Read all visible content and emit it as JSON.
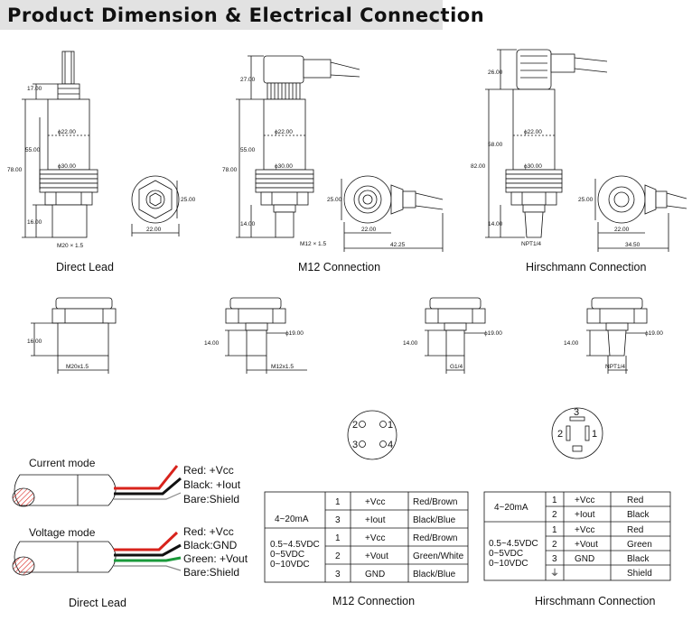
{
  "title": "Product Dimension & Electrical Connection",
  "captions": {
    "direct_lead": "Direct Lead",
    "m12": "M12 Connection",
    "hirschmann": "Hirschmann  Connection"
  },
  "dims": {
    "d17": "17.00",
    "d27": "27.00",
    "d26": "26.00",
    "d55": "55.00",
    "d58": "58.00",
    "d78": "78.00",
    "d82": "82.00",
    "d16": "16.00",
    "d14": "14.00",
    "dia22": "ϕ22.00",
    "dia30": "ϕ30.00",
    "dia19": "ϕ19.00",
    "hex25": "25.00",
    "w22": "22.00",
    "w4225": "42.25",
    "w3450": "34.50",
    "m20": "M20 × 1.5",
    "m20b": "M20x1.5",
    "m12": "M12 × 1.5",
    "m12b": "M12x1.5",
    "npt": "NPT1/4",
    "g14": "G1/4"
  },
  "modes": {
    "current": {
      "title": "Current mode",
      "wires": [
        "Red: +Vcc",
        "Black: +Iout",
        "Bare:Shield"
      ]
    },
    "voltage": {
      "title": "Voltage mode",
      "wires": [
        "Red: +Vcc",
        "Black:GND",
        "Green: +Vout",
        "Bare:Shield"
      ]
    }
  },
  "m12_pins": [
    "2",
    "1",
    "3",
    "4"
  ],
  "hirsch_pins": [
    "3",
    "2",
    "1"
  ],
  "m12_table": {
    "g1_label": "4~20mA",
    "g1_rows": [
      [
        "1",
        "+Vcc",
        "Red/Brown"
      ],
      [
        "3",
        "+Iout",
        "Black/Blue"
      ]
    ],
    "g2_labels": [
      "0.5~4.5VDC",
      "0~5VDC",
      "0~10VDC"
    ],
    "g2_rows": [
      [
        "1",
        "+Vcc",
        "Red/Brown"
      ],
      [
        "2",
        "+Vout",
        "Green/White"
      ],
      [
        "3",
        "GND",
        "Black/Blue"
      ]
    ]
  },
  "hirsch_table": {
    "g1_label": "4~20mA",
    "g1_rows": [
      [
        "1",
        "+Vcc",
        "Red"
      ],
      [
        "2",
        "+Iout",
        "Black"
      ]
    ],
    "g2_labels": [
      "0.5~4.5VDC",
      "0~5VDC",
      "0~10VDC"
    ],
    "g2_rows": [
      [
        "1",
        "+Vcc",
        "Red"
      ],
      [
        "2",
        "+Vout",
        "Green"
      ],
      [
        "3",
        "GND",
        "Black"
      ],
      [
        "⏚",
        "",
        "Shield"
      ]
    ]
  },
  "colors": {
    "red": "#d8231c",
    "green": "#1a9a3a",
    "black": "#111111",
    "hatch": "#d8231c"
  }
}
